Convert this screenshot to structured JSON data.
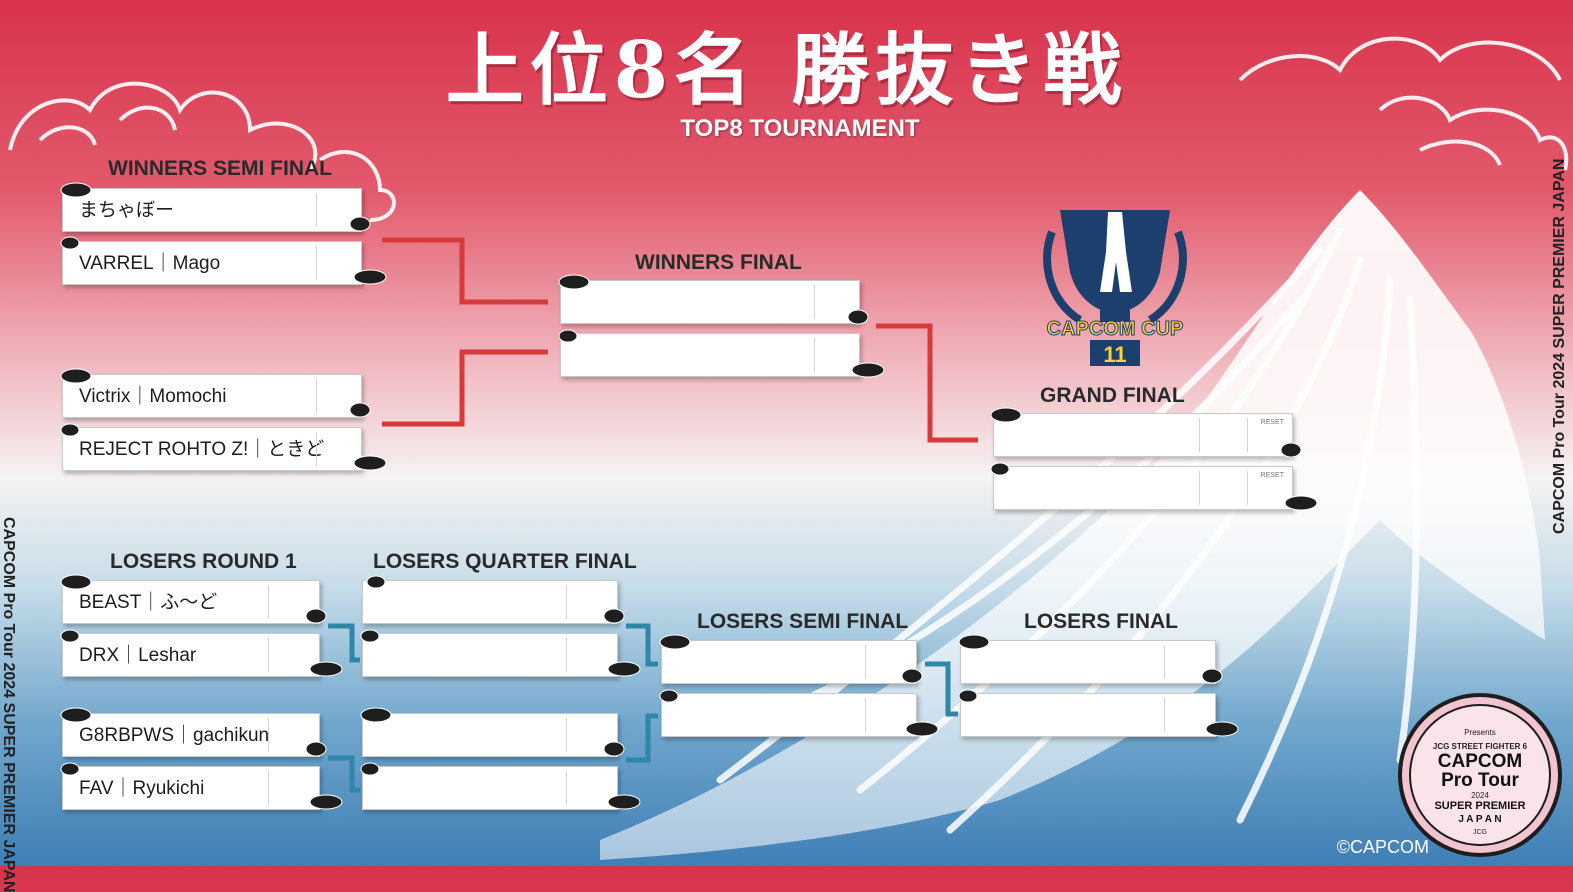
{
  "title_jp": "上位8名 勝抜き戦",
  "title_en": "TOP8 TOURNAMENT",
  "side_right": "CAPCOM Pro Tour 2024 SUPER PREMIER JAPAN",
  "side_left": "CAPCOM Pro Tour 2024 SUPER PREMIER JAPAN",
  "copyright": "©CAPCOM",
  "cup_logo": {
    "line1": "CAPCOM CUP",
    "line2": "11"
  },
  "badge": {
    "presents": "Presents",
    "line1": "JCG STREET FIGHTER 6",
    "line2": "CAPCOM",
    "line3": "Pro Tour",
    "year": "2024",
    "line4": "SUPER PREMIER",
    "line5": "J A P A N",
    "sponsor": "JCG"
  },
  "rounds": {
    "winners_semi": "WINNERS SEMI FINAL",
    "winners_final": "WINNERS FINAL",
    "grand_final": "GRAND FINAL",
    "losers_r1": "LOSERS ROUND 1",
    "losers_qf": "LOSERS QUARTER FINAL",
    "losers_sf": "LOSERS SEMI FINAL",
    "losers_final": "LOSERS FINAL"
  },
  "reset_label": "RESET",
  "players": {
    "ws1": "まちゃぼー",
    "ws2": "VARREL｜Mago",
    "ws3": "Victrix｜Momochi",
    "ws4": "REJECT ROHTO Z!｜ときど",
    "lr1": "BEAST｜ふ〜ど",
    "lr2": "DRX｜Leshar",
    "lr3": "G8RBPWS｜gachikun",
    "lr4": "FAV｜Ryukichi",
    "wf1": "",
    "wf2": "",
    "gf1": "",
    "gf2": "",
    "lq1": "",
    "lq2": "",
    "lq3": "",
    "lq4": "",
    "ls1": "",
    "ls2": "",
    "lf1": "",
    "lf2": ""
  },
  "colors": {
    "winners_line": "#d63a3a",
    "losers_line": "#2e86a8"
  }
}
